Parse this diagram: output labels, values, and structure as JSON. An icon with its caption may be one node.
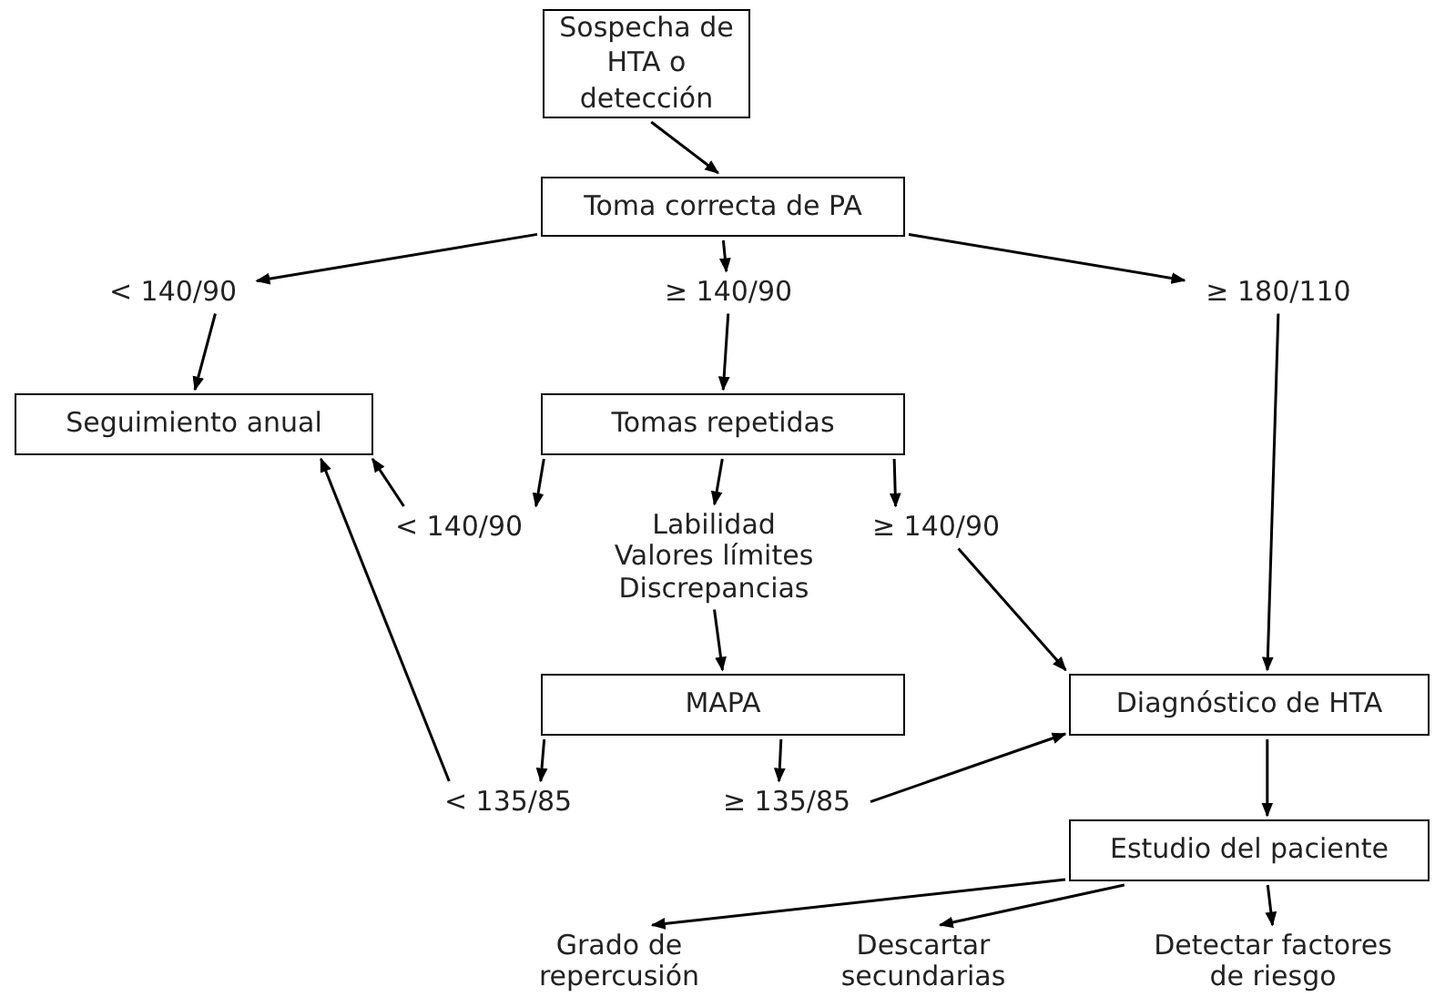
{
  "diagram": {
    "nodes": [
      {
        "text": [
          "Sospecha de HTA o detección"
        ]
      },
      {
        "text": [
          "Toma correcta de PA"
        ]
      },
      {
        "text": [
          "< 140/90"
        ]
      },
      {
        "text": [
          "≥ 140/90"
        ]
      },
      {
        "text": [
          "≥ 180/110"
        ]
      },
      {
        "text": [
          "Seguimiento anual"
        ]
      },
      {
        "text": [
          "Tomas repetidas"
        ]
      },
      {
        "text": [
          "< 140/90"
        ]
      },
      {
        "text": [
          "Labilidad Valores límites Discrepancias"
        ]
      },
      {
        "text": [
          "≥ 140/90"
        ]
      },
      {
        "text": [
          "MAPA"
        ]
      },
      {
        "text": [
          "Diagnóstico de HTA"
        ]
      },
      {
        "text": [
          "< 135/85"
        ]
      },
      {
        "text": [
          "≥ 135/85"
        ]
      },
      {
        "text": [
          "Estudio del paciente"
        ]
      },
      {
        "text": [
          "Grado de repercusión"
        ]
      },
      {
        "text": [
          "Descartar secundarias"
        ]
      },
      {
        "text": [
          "Detectar factores de riesgo"
        ]
      }
    ],
    "edges": [
      {
        "from": 0,
        "to": 1,
        "arrow": "to"
      },
      {
        "from": 1,
        "to": 2,
        "arrow": "to"
      },
      {
        "from": 1,
        "to": 3,
        "arrow": "to"
      },
      {
        "from": 1,
        "to": 4,
        "arrow": "to"
      },
      {
        "from": 2,
        "to": 5,
        "arrow": "to"
      },
      {
        "from": 3,
        "to": 6,
        "arrow": "to"
      },
      {
        "from": 4,
        "to": 11,
        "arrow": "to"
      },
      {
        "from": 6,
        "to": 7,
        "arrow": "to"
      },
      {
        "from": 6,
        "to": 8,
        "arrow": "to"
      },
      {
        "from": 6,
        "to": 9,
        "arrow": "to"
      },
      {
        "from": 7,
        "to": 5,
        "arrow": "to"
      },
      {
        "from": 9,
        "to": 11,
        "arrow": "to"
      },
      {
        "from": 8,
        "to": 10,
        "arrow": "to"
      },
      {
        "from": 10,
        "to": 12,
        "arrow": "to"
      },
      {
        "from": 10,
        "to": 13,
        "arrow": "to"
      },
      {
        "from": 12,
        "to": 5,
        "arrow": "to"
      },
      {
        "from": 13,
        "to": 11,
        "arrow": "to"
      },
      {
        "from": 11,
        "to": 14,
        "arrow": "to"
      },
      {
        "from": 14,
        "to": 15,
        "arrow": "to"
      },
      {
        "from": 14,
        "to": 16,
        "arrow": "to"
      },
      {
        "from": 14,
        "to": 17,
        "arrow": "to"
      }
    ]
  }
}
